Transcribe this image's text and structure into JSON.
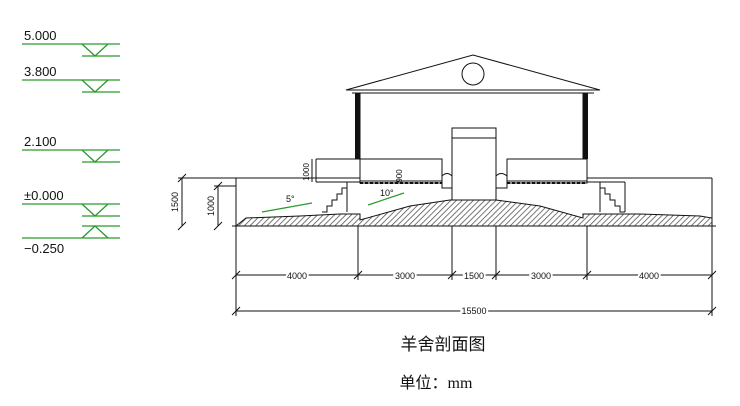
{
  "elevations": [
    "5.000",
    "3.800",
    "2.100",
    "±0.000",
    "−0.250"
  ],
  "dims_horizontal": [
    "4000",
    "3000",
    "1500",
    "3000",
    "4000"
  ],
  "dim_total": "15500",
  "dims_vertical": {
    "outer": "1500",
    "inner": "1000",
    "wall_left": "1000",
    "trough": "900"
  },
  "slopes": [
    "5°",
    "10°"
  ],
  "caption": {
    "title": "羊舍剖面图",
    "unit": "单位：mm"
  },
  "colors": {
    "green": "#2a9a2a",
    "line": "#111111",
    "hatch": "#555555"
  }
}
